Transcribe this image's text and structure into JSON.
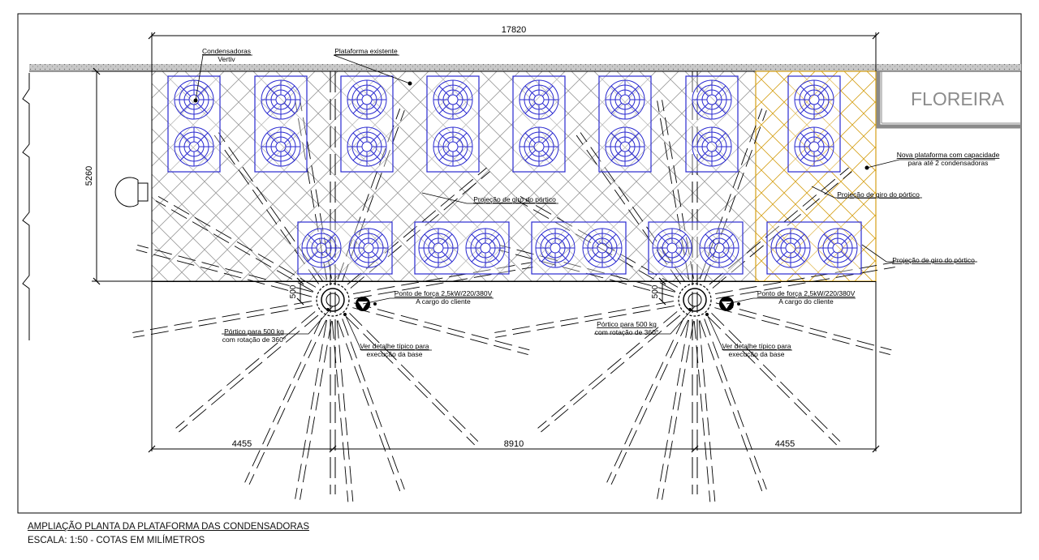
{
  "drawing": {
    "dimensions": {
      "total_width": "17820",
      "height": "5260",
      "left_segment": "4455",
      "middle_segment": "8910",
      "right_segment": "4455",
      "offset_left": "500",
      "offset_right": "500"
    },
    "labels": {
      "condensers_line1": "Condensadoras",
      "condensers_line2": "Vertiv",
      "existing_platform": "Plataforma existente",
      "planter": "FLOREIRA",
      "new_platform_line1": "Nova plataforma com capacidade",
      "new_platform_line2": "para até 2 condensadoras",
      "gantry_projection": "Projeção de giro do pórtico",
      "power_point_line1": "Ponto de força 2,5kW/220/380V",
      "power_point_line2": "A cargo do cliente",
      "gantry_line1": "Pórtico para 500 kg",
      "gantry_line2": "com rotação de 360°",
      "detail_line1": "Ver detalhe típico para",
      "detail_line2": "execução da base"
    },
    "colors": {
      "line": "#000000",
      "condenser": "#2a2ad0",
      "new_platform": "#d4a017",
      "hatch": "#9a9a9a",
      "ground": "#8a8a8a",
      "planter_text": "#8c8c8c"
    }
  },
  "caption": {
    "title": "AMPLIAÇÃO PLANTA DA PLATAFORMA DAS CONDENSADORAS",
    "scale": "ESCALA: 1:50 - COTAS EM MILÍMETROS"
  }
}
